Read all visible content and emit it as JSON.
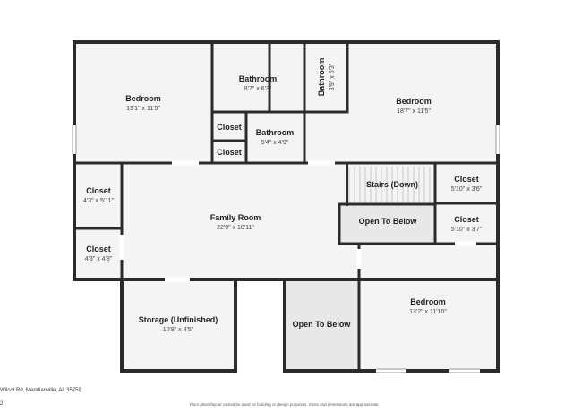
{
  "rooms": {
    "bedroom_nw": {
      "name": "Bedroom",
      "dims": "13'1\" x 11'5\""
    },
    "bathroom_top": {
      "name": "Bathroom",
      "dims": "8'7\" x 6'3\""
    },
    "bathroom_vertical": {
      "name": "Bathroom",
      "dims": "3'9\" x 6'3\""
    },
    "bedroom_ne": {
      "name": "Bedroom",
      "dims": "18'7\" x 11'5\""
    },
    "closet_small_1": {
      "name": "Closet"
    },
    "closet_small_2": {
      "name": "Closet"
    },
    "bathroom_mid": {
      "name": "Bathroom",
      "dims": "5'4\" x 4'9\""
    },
    "stairs": {
      "name": "Stairs (Down)"
    },
    "closet_ne_1": {
      "name": "Closet",
      "dims": "5'10\" x 3'6\""
    },
    "open_to_below_1": {
      "name": "Open To Below"
    },
    "closet_ne_2": {
      "name": "Closet",
      "dims": "5'10\" x 3'7\""
    },
    "closet_w_1": {
      "name": "Closet",
      "dims": "4'3\" x 5'11\""
    },
    "family_room": {
      "name": "Family Room",
      "dims": "22'9\" x 10'11\""
    },
    "closet_w_2": {
      "name": "Closet",
      "dims": "4'3\" x 4'8\""
    },
    "storage": {
      "name": "Storage (Unfinished)",
      "dims": "10'8\" x 8'5\""
    },
    "open_to_below_2": {
      "name": "Open To Below"
    },
    "bedroom_se": {
      "name": "Bedroom",
      "dims": "13'2\" x 11'10\""
    }
  },
  "footer": {
    "address": "Wilcot Rd, Meridianville, AL 35759",
    "page": "2",
    "disclaimer": "Floor plans/layout cannot be used for building or design purposes. Sizes and dimensions are approximate."
  },
  "colors": {
    "wall": "#2b2b2b",
    "room_fill": "#f4f4f4",
    "open_below_fill": "#e8e8e8"
  }
}
